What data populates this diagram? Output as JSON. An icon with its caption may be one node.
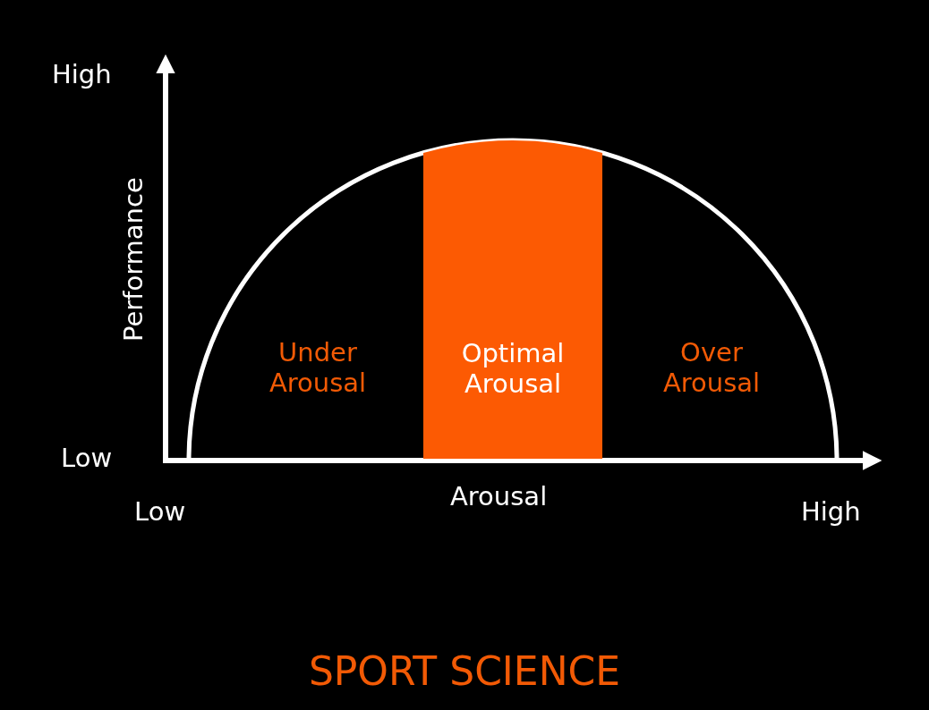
{
  "diagram": {
    "caption": "SPORT SCIENCE",
    "nodes": [
      {
        "text": [
          "Optimal Arousal"
        ]
      }
    ],
    "edges": [],
    "labels": [
      "High",
      "Performance",
      "Under Arousal",
      "Over Arousal",
      "Low",
      "Low",
      "Arousal",
      "High"
    ]
  }
}
